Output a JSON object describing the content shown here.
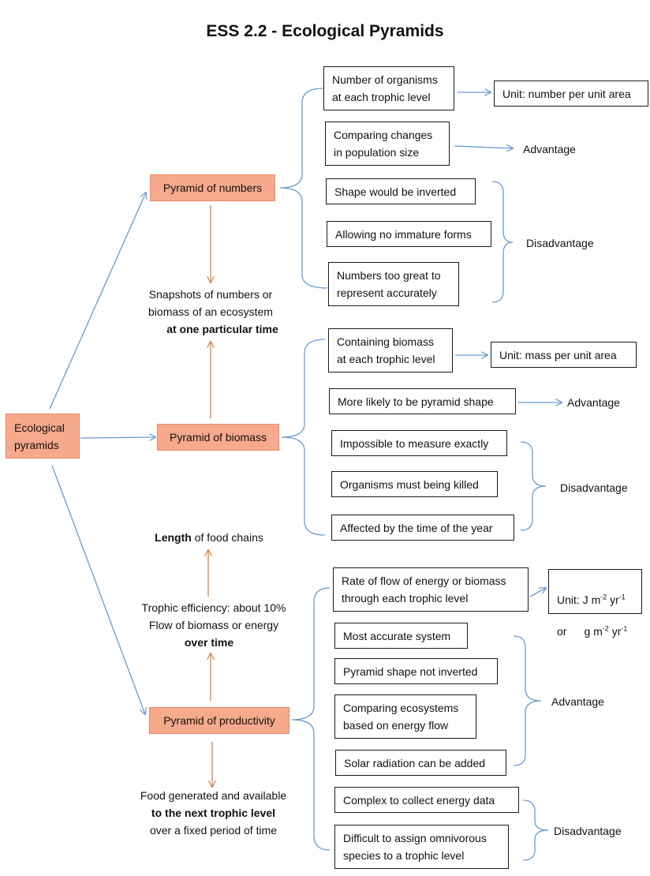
{
  "title": "ESS 2.2 - Ecological Pyramids",
  "colors": {
    "blue_line": "#6a9bd0",
    "orange_line": "#e0813e",
    "orange_fill": "#f7a98c"
  },
  "root": "Ecological\npyramids",
  "pyramids": {
    "numbers": "Pyramid of numbers",
    "biomass": "Pyramid of biomass",
    "productivity": "Pyramid of productivity"
  },
  "numbers_section": {
    "definition": "Number of organisms\nat each trophic level",
    "unit": "Unit: number per unit area",
    "advantage_item": "Comparing changes\nin population size",
    "advantage_label": "Advantage",
    "disadvantages": [
      "Shape would be inverted",
      "Allowing no immature forms",
      "Numbers too great to\nrepresent accurately"
    ],
    "disadvantage_label": "Disadvantage"
  },
  "biomass_section": {
    "definition": "Containing biomass\nat each trophic level",
    "unit": "Unit: mass per unit area",
    "advantage_item": "More likely to be pyramid shape",
    "advantage_label": "Advantage",
    "disadvantages": [
      "Impossible to measure exactly",
      "Organisms must being killed",
      "Affected by the time of the year"
    ],
    "disadvantage_label": "Disadvantage"
  },
  "productivity_section": {
    "definition": "Rate of flow of energy or biomass\nthrough each trophic level",
    "unit": {
      "prefix": "Unit: J m",
      "exp1": "-2",
      "mid": " yr",
      "exp2": "-1",
      "or": "or",
      "g": "g m",
      "exp3": "-2",
      "mid2": " yr",
      "exp4": "-1"
    },
    "advantages": [
      "Most accurate system",
      "Pyramid shape not inverted",
      "Comparing ecosystems\nbased on energy flow",
      "Solar radiation can be added"
    ],
    "advantage_label": "Advantage",
    "disadvantages": [
      "Complex to collect energy data",
      "Difficult to assign omnivorous\nspecies to a trophic level"
    ],
    "disadvantage_label": "Disadvantage"
  },
  "snapshot": {
    "line1": "Snapshots of numbers or",
    "line2": "biomass of an ecosystem",
    "line3": "at one particular time"
  },
  "length": {
    "bold": "Length",
    "rest": " of food chains"
  },
  "efficiency": {
    "line1": "Trophic efficiency: about 10%",
    "line2": "Flow of biomass or energy",
    "line3": "over time"
  },
  "food": {
    "line1": "Food generated and available",
    "line2": "to the next trophic level",
    "line3": "over a fixed period of time"
  }
}
